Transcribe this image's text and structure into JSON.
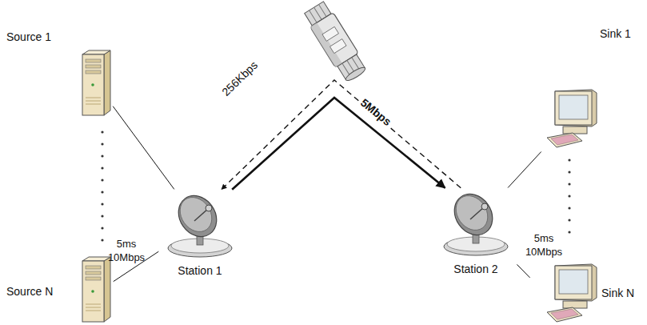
{
  "diagram": {
    "nodes": [
      {
        "text": [
          "Source 1"
        ]
      },
      {
        "text": [
          "Source N"
        ]
      },
      {
        "text": [
          "Station 1"
        ]
      },
      {
        "text": [
          "Station 2"
        ]
      },
      {
        "text": [
          "Sink 1"
        ]
      },
      {
        "text": [
          "Sink N"
        ]
      }
    ],
    "edges": [
      {
        "from": 0,
        "to": 2,
        "arrow": "none"
      },
      {
        "from": 1,
        "to": 2,
        "arrow": "none"
      },
      {
        "from": 2,
        "to": 3,
        "arrow": "to",
        "label": "5Mbps"
      },
      {
        "from": 3,
        "to": 2,
        "arrow": "to",
        "label": "256Kbps"
      },
      {
        "from": 3,
        "to": 4,
        "arrow": "none"
      },
      {
        "from": 3,
        "to": 5,
        "arrow": "none"
      }
    ],
    "labels": [
      "5ms",
      "10Mbps",
      "5ms",
      "10Mbps"
    ]
  }
}
